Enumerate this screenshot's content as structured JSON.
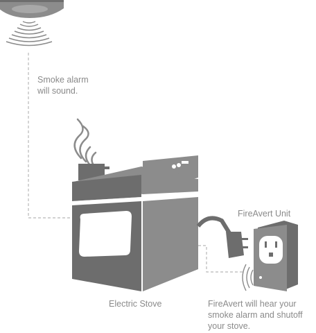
{
  "labels": {
    "alarm_line1": "Smoke alarm",
    "alarm_line2": "will sound.",
    "unit": "FireAvert Unit",
    "stove": "Electric Stove",
    "desc_line1": "FireAvert will hear your",
    "desc_line2": "smoke alarm and shutoff",
    "desc_line3": "your stove."
  },
  "colors": {
    "shape_dark": "#6d6d6d",
    "shape_mid": "#8c8c8c",
    "shape_light": "#b4b4b4",
    "text": "#8a8a8a",
    "dashed": "#b8b8b8"
  },
  "icons": [
    "smoke-alarm-icon",
    "electric-stove-icon",
    "fireavert-unit-icon",
    "sound-wave-icon",
    "power-cord-icon"
  ]
}
